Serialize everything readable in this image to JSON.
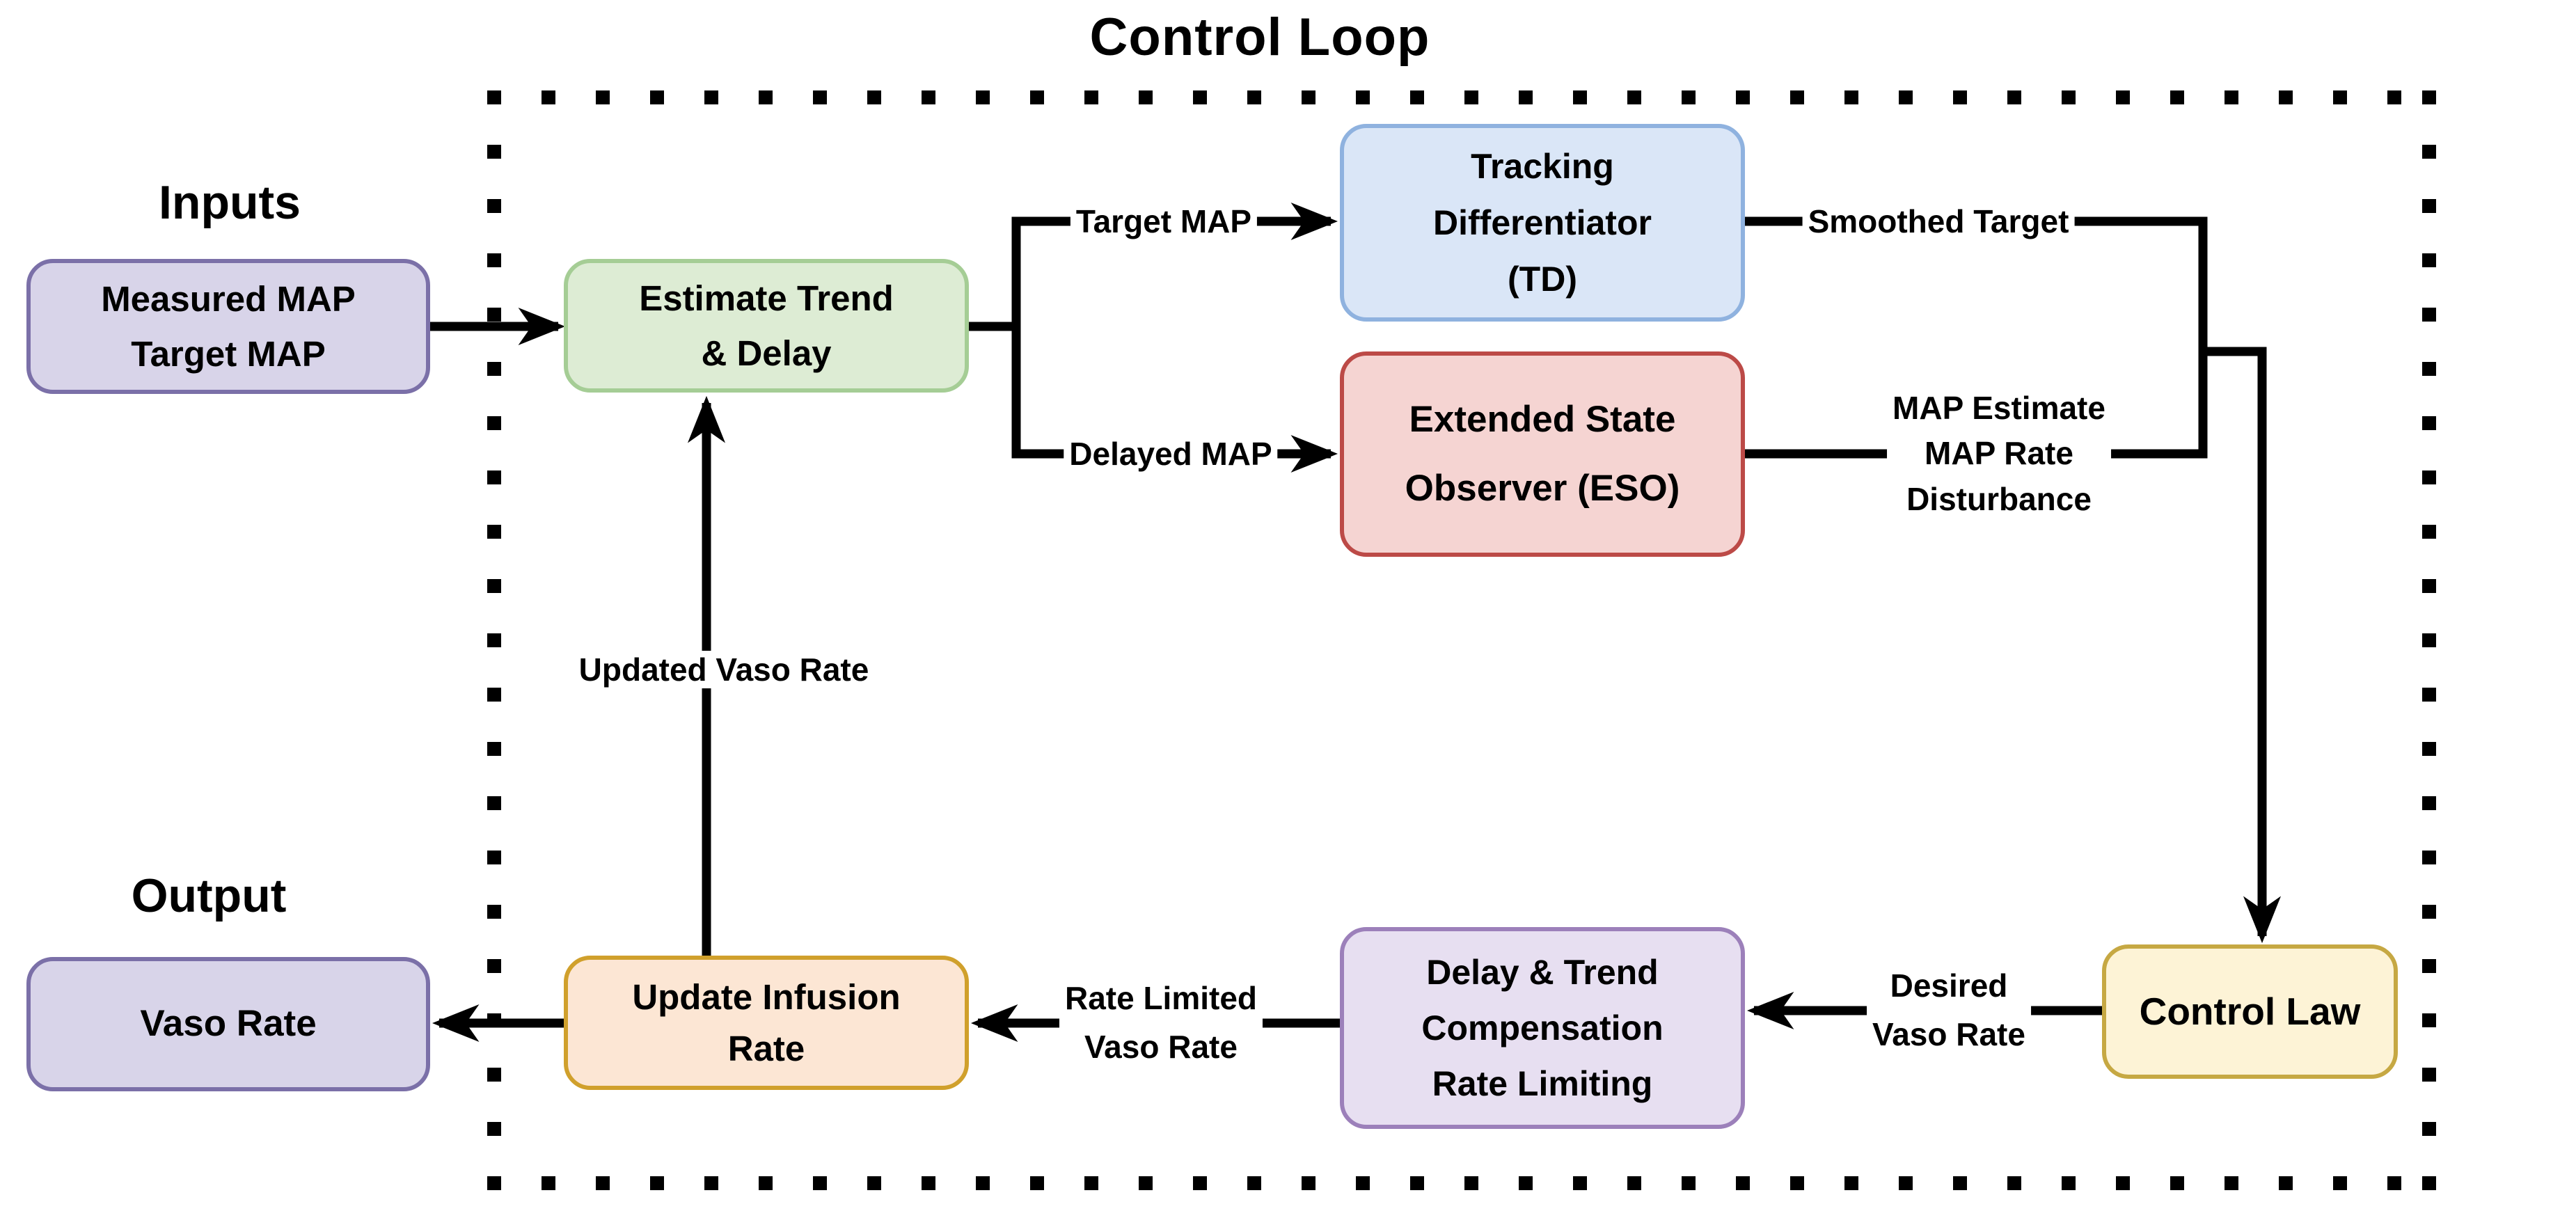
{
  "title": "Control Loop",
  "headings": {
    "inputs": "Inputs",
    "output": "Output"
  },
  "nodes": {
    "measured_map": "Measured MAP\nTarget MAP",
    "estimate_trend": "Estimate Trend\n& Delay",
    "tracking_differentiator": "Tracking\nDifferentiator\n(TD)",
    "extended_state_observer": "Extended State\nObserver (ESO)",
    "control_law": "Control Law",
    "delay_trend_compensation": "Delay & Trend\nCompensation\nRate Limiting",
    "update_infusion_rate": "Update Infusion\nRate",
    "vaso_rate": "Vaso Rate"
  },
  "edge_labels": {
    "target_map": "Target MAP",
    "delayed_map": "Delayed MAP",
    "smoothed_target": "Smoothed Target",
    "map_estimate": "MAP Estimate\nMAP Rate\nDisturbance",
    "desired_vaso_rate": "Desired\nVaso Rate",
    "rate_limited_vaso_rate": "Rate Limited\nVaso Rate",
    "updated_vaso_rate": "Updated Vaso Rate"
  },
  "colors": {
    "background": "#ffffff",
    "line": "#000000",
    "input_output_fill": "#d8d4e9",
    "input_output_border": "#7b70a8",
    "estimate_fill": "#ddecd4",
    "estimate_border": "#a5cd95",
    "td_fill": "#dae6f7",
    "td_border": "#8fb2df",
    "eso_fill": "#f5d4d2",
    "eso_border": "#bc4a47",
    "control_law_fill": "#fdf3d6",
    "control_law_border": "#c6a843",
    "delay_comp_fill": "#e7dff1",
    "delay_comp_border": "#9c80ba",
    "update_fill": "#fce6d4",
    "update_border": "#d0a02c"
  }
}
